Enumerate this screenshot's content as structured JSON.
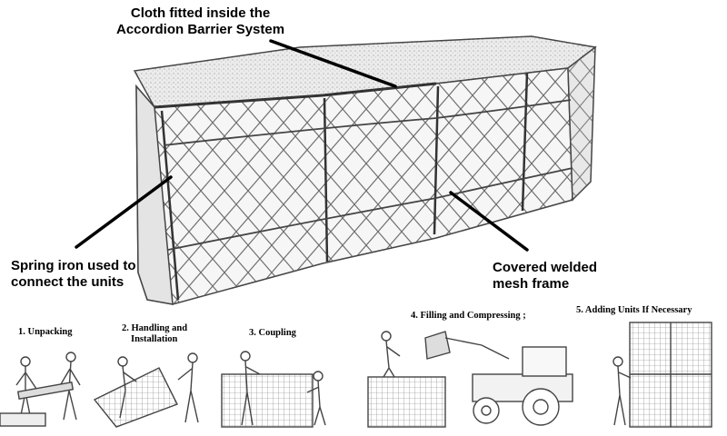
{
  "callouts": {
    "cloth": [
      "Cloth fitted inside the",
      "Accordion Barrier System"
    ],
    "spring": [
      "Spring iron used to",
      "connect the units"
    ],
    "mesh": [
      "Covered welded",
      "mesh frame"
    ]
  },
  "steps": {
    "s1": [
      "1. Unpacking"
    ],
    "s2": [
      "2. Handling and",
      "Installation"
    ],
    "s3": [
      "3. Coupling"
    ],
    "s4": [
      "4. Filling and Compressing ;"
    ],
    "s5": [
      "5. Adding Units If Necessary"
    ]
  }
}
